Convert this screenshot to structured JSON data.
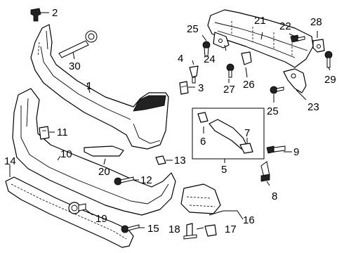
{
  "callouts": {
    "c1": "1",
    "c2": "2",
    "c3": "3",
    "c4": "4",
    "c5": "5",
    "c6": "6",
    "c7": "7",
    "c8": "8",
    "c9": "9",
    "c10": "10",
    "c11": "11",
    "c12": "12",
    "c13": "13",
    "c14": "14",
    "c15": "15",
    "c16": "16",
    "c17": "17",
    "c18": "18",
    "c19": "19",
    "c20": "20",
    "c21": "21",
    "c22": "22",
    "c23": "23",
    "c24": "24",
    "c25a": "25",
    "c25b": "25",
    "c26": "26",
    "c27": "27",
    "c28": "28",
    "c29": "29",
    "c30": "30"
  }
}
